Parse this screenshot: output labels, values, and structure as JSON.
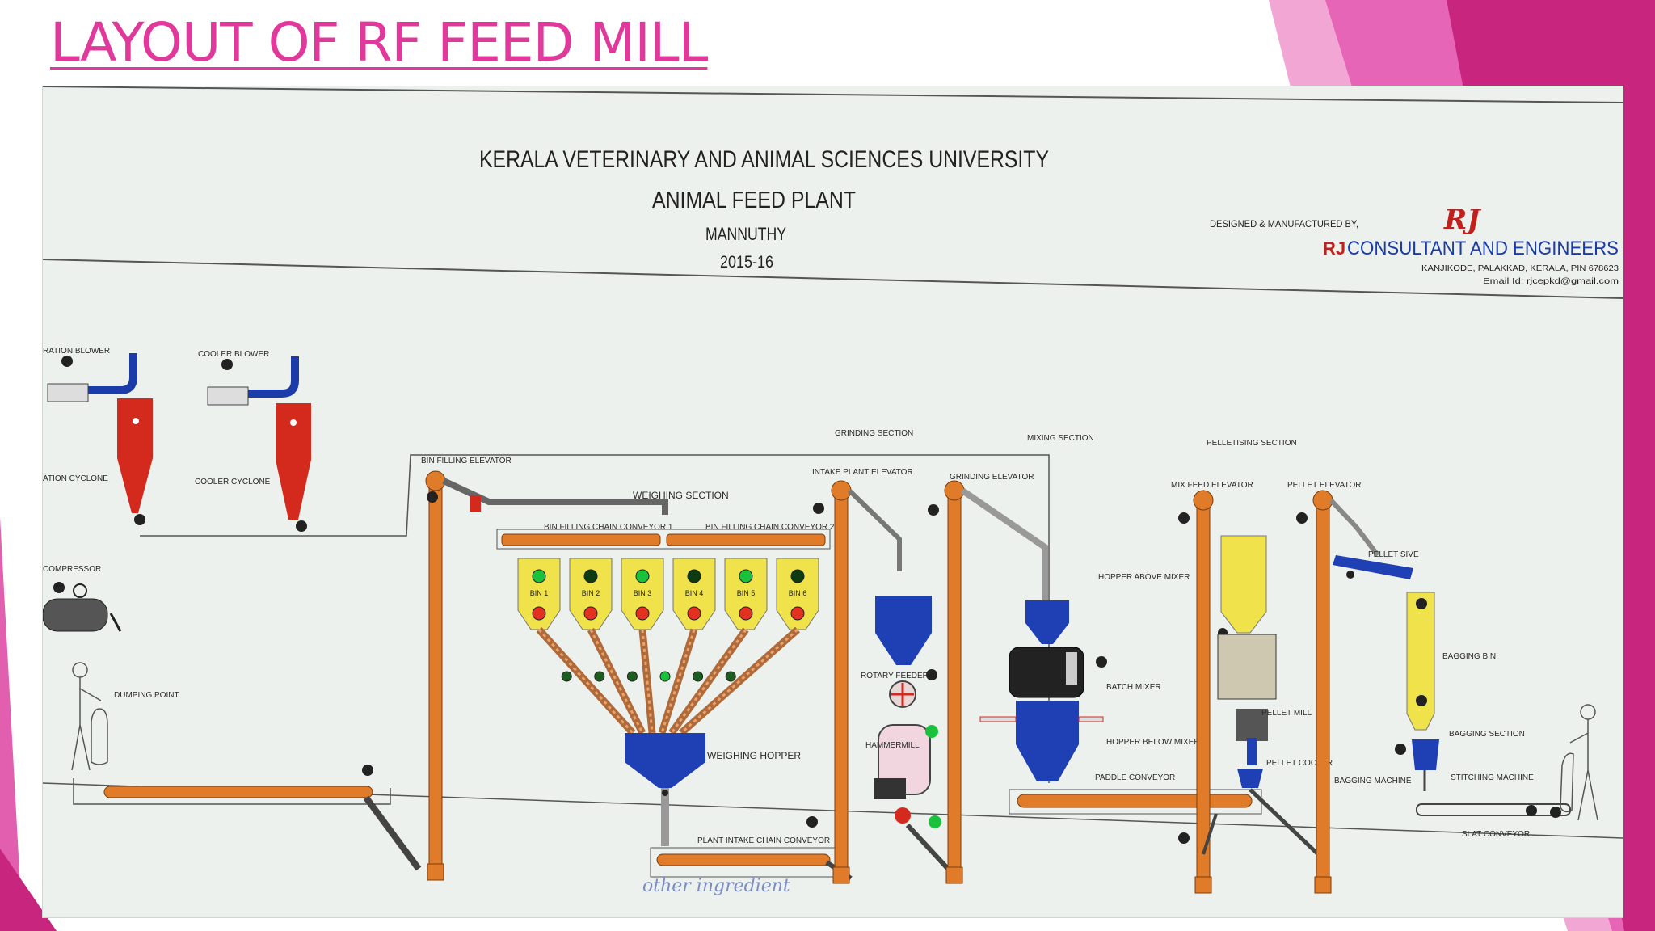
{
  "slide": {
    "title": "LAYOUT OF RF FEED MILL",
    "accent_color": "#e0399b"
  },
  "board": {
    "header": {
      "university": "KERALA VETERINARY AND ANIMAL SCIENCES UNIVERSITY",
      "plant": "ANIMAL FEED PLANT",
      "place": "MANNUTHY",
      "year": "2015-16"
    },
    "maker": {
      "designed_by": "DESIGNED & MANUFACTURED BY,",
      "logo": "RJ",
      "company_prefix": "RJ",
      "company": "CONSULTANT AND ENGINEERS",
      "address": "KANJIKODE, PALAKKAD, KERALA, PIN 678623",
      "email": "Email Id: rjcepkd@gmail.com"
    },
    "labels": {
      "aeration_blower": "RATION BLOWER",
      "cooler_blower": "COOLER BLOWER",
      "aeration_cyclone": "ATION CYCLONE",
      "cooler_cyclone": "COOLER CYCLONE",
      "compressor": "COMPRESSOR",
      "dumping_point": "DUMPING POINT",
      "bin_filling_elevator": "BIN FILLING ELEVATOR",
      "weighing_section": "WEIGHING SECTION",
      "bin_conveyor_1": "BIN FILLING CHAIN CONVEYOR 1",
      "bin_conveyor_2": "BIN FILLING CHAIN CONVEYOR 2",
      "weighing_hopper": "WEIGHING HOPPER",
      "plant_intake_conveyor": "PLANT INTAKE CHAIN CONVEYOR",
      "handwritten_note": "other ingredient",
      "grinding_section": "GRINDING SECTION",
      "intake_plant_elevator": "INTAKE PLANT ELEVATOR",
      "rotary_feeder": "ROTARY FEEDER",
      "hammer_mill": "HAMMERMILL",
      "grinding_elevator": "GRINDING ELEVATOR",
      "mixing_section": "MIXING SECTION",
      "hopper_above_mixer": "HOPPER ABOVE MIXER",
      "batch_mixer": "BATCH MIXER",
      "hopper_below_mixer": "HOPPER BELOW MIXER",
      "paddle_conveyor": "PADDLE CONVEYOR",
      "pelletising_section": "PELLETISING SECTION",
      "mix_feed_elevator": "MIX FEED ELEVATOR",
      "pellet_elevator": "PELLET ELEVATOR",
      "pellet_sive": "PELLET SIVE",
      "pellet_mill": "PELLET MILL",
      "pellet_cooler": "PELLET COOLER",
      "bagging_bin": "BAGGING BIN",
      "bagging_section": "BAGGING SECTION",
      "bagging_machine": "BAGGING MACHINE",
      "stitching_machine": "STITCHING MACHINE",
      "slat_conveyor": "SLAT CONVEYOR"
    },
    "bins": [
      "BIN 1",
      "BIN 2",
      "BIN 3",
      "BIN 4",
      "BIN 5",
      "BIN 6"
    ],
    "colors": {
      "cyclone": "#d42a1e",
      "hopper_blue": "#1f3fb5",
      "bin_yellow": "#efe24a",
      "elevator_orange": "#e07b2a",
      "indicator_green": "#19c23a",
      "indicator_red": "#e5301f"
    }
  }
}
